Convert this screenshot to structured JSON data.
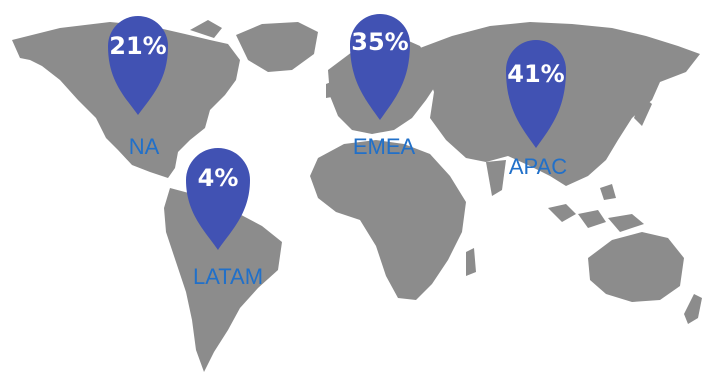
{
  "colors": {
    "land": "#8c8c8c",
    "pin": "#4152b3",
    "pin_text": "#ffffff",
    "region_text": "#2170c9",
    "background": "#ffffff"
  },
  "regions": [
    {
      "id": "na",
      "name": "NA",
      "share": "21%",
      "icon": "map-pin-icon"
    },
    {
      "id": "latam",
      "name": "LATAM",
      "share": "4%",
      "icon": "map-pin-icon"
    },
    {
      "id": "emea",
      "name": "EMEA",
      "share": "35%",
      "icon": "map-pin-icon"
    },
    {
      "id": "apac",
      "name": "APAC",
      "share": "41%",
      "icon": "map-pin-icon"
    }
  ]
}
